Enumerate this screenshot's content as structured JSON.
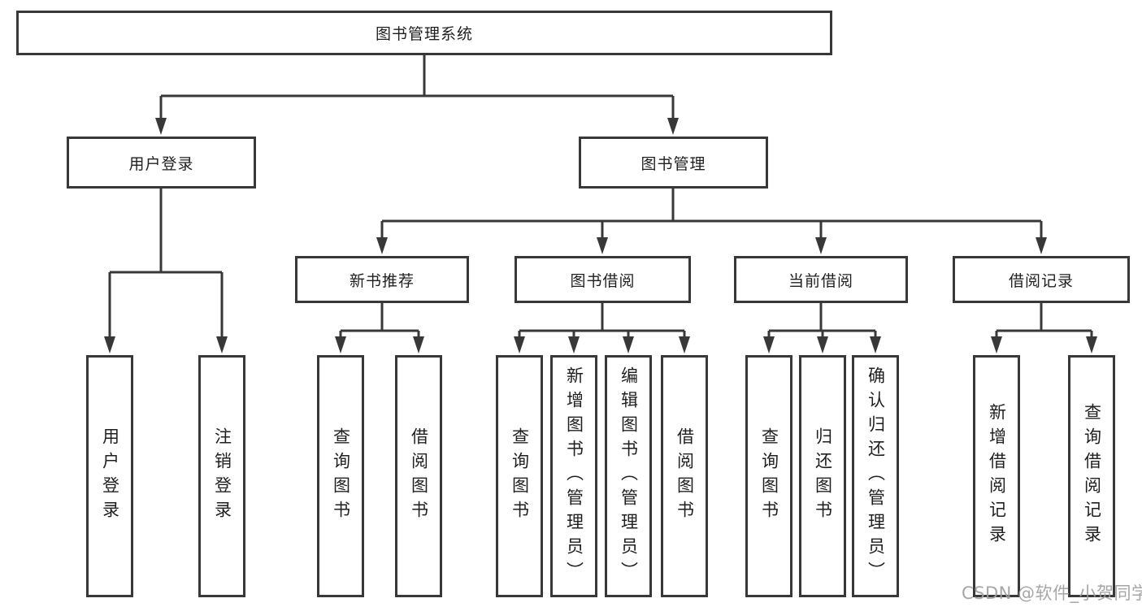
{
  "diagram": {
    "nodes": {
      "root": {
        "label": "图书管理系统"
      },
      "level2": [
        {
          "label": "用户登录"
        },
        {
          "label": "图书管理"
        }
      ],
      "level3": [
        {
          "label": "新书推荐",
          "parent": "图书管理"
        },
        {
          "label": "图书借阅",
          "parent": "图书管理"
        },
        {
          "label": "当前借阅",
          "parent": "图书管理"
        },
        {
          "label": "借阅记录",
          "parent": "图书管理"
        }
      ],
      "leaves": [
        {
          "label": "用户登录",
          "parent": "用户登录"
        },
        {
          "label": "注销登录",
          "parent": "用户登录"
        },
        {
          "label": "查询图书",
          "parent": "新书推荐"
        },
        {
          "label": "借阅图书",
          "parent": "新书推荐"
        },
        {
          "label": "查询图书",
          "parent": "图书借阅"
        },
        {
          "label": "新增图书（管理员）",
          "parent": "图书借阅"
        },
        {
          "label": "编辑图书（管理员）",
          "parent": "图书借阅"
        },
        {
          "label": "借阅图书",
          "parent": "图书借阅"
        },
        {
          "label": "查询图书",
          "parent": "当前借阅"
        },
        {
          "label": "归还图书",
          "parent": "当前借阅"
        },
        {
          "label": "确认归还（管理员）",
          "parent": "当前借阅"
        },
        {
          "label": "新增借阅记录",
          "parent": "借阅记录"
        },
        {
          "label": "查询借阅记录",
          "parent": "借阅记录"
        }
      ]
    },
    "colors": {
      "line": "#383838",
      "box_border": "#383838",
      "text": "#1f1f1f",
      "watermark": "#9e9e9e",
      "background": "#ffffff"
    }
  },
  "watermark": {
    "text": "CSDN @软件_小贺同学"
  }
}
